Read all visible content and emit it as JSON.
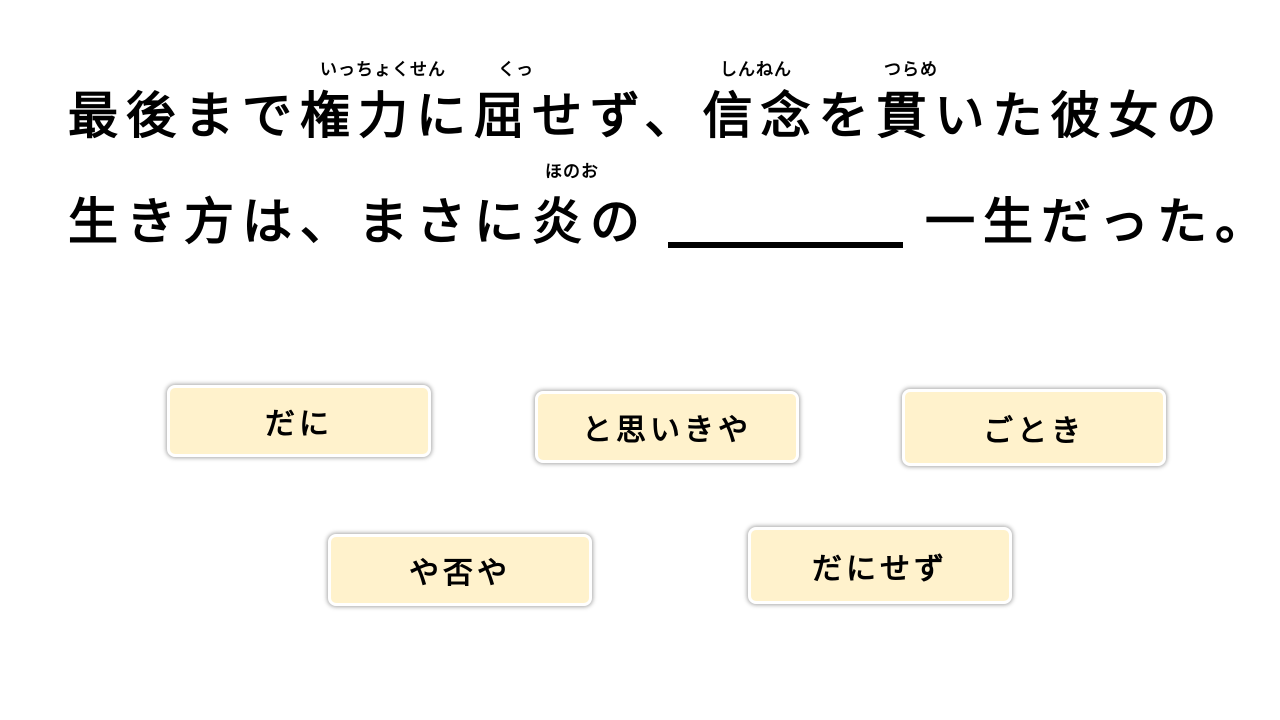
{
  "question": {
    "line1": "最後まで権力に屈せず、信念を貫いた彼女の",
    "line2_before": "生き方は、まさに炎の",
    "line2_after": "一生だった。",
    "furigana": {
      "kenryoku": "いっちょくせん",
      "kussezu": "くっ",
      "shinnen": "しんねん",
      "tsuranuita": "つらめ",
      "honoo": "ほのお"
    }
  },
  "choices": [
    "だに",
    "と思いきや",
    "ごとき",
    "や否や",
    "だにせず"
  ],
  "colors": {
    "choice_bg": "#fff2cc",
    "text": "#000000"
  }
}
